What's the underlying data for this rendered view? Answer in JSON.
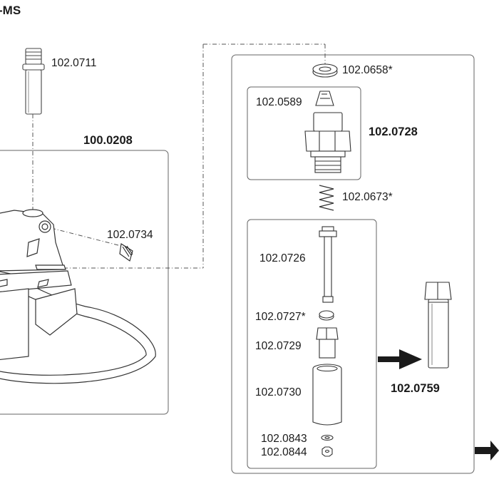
{
  "header": {
    "title_fragment": "-MS"
  },
  "parts": {
    "p0711": "102.0711",
    "p0208": "100.0208",
    "p0734": "102.0734",
    "p0658": "102.0658*",
    "p0589": "102.0589",
    "p0728": "102.0728",
    "p0673": "102.0673*",
    "p0726": "102.0726",
    "p0727": "102.0727*",
    "p0729": "102.0729",
    "p0730": "102.0730",
    "p0843": "102.0843",
    "p0844": "102.0844",
    "p0759": "102.0759"
  },
  "colors": {
    "line": "#555555",
    "fill": "#ffffff",
    "dark": "#1a1a1a"
  }
}
